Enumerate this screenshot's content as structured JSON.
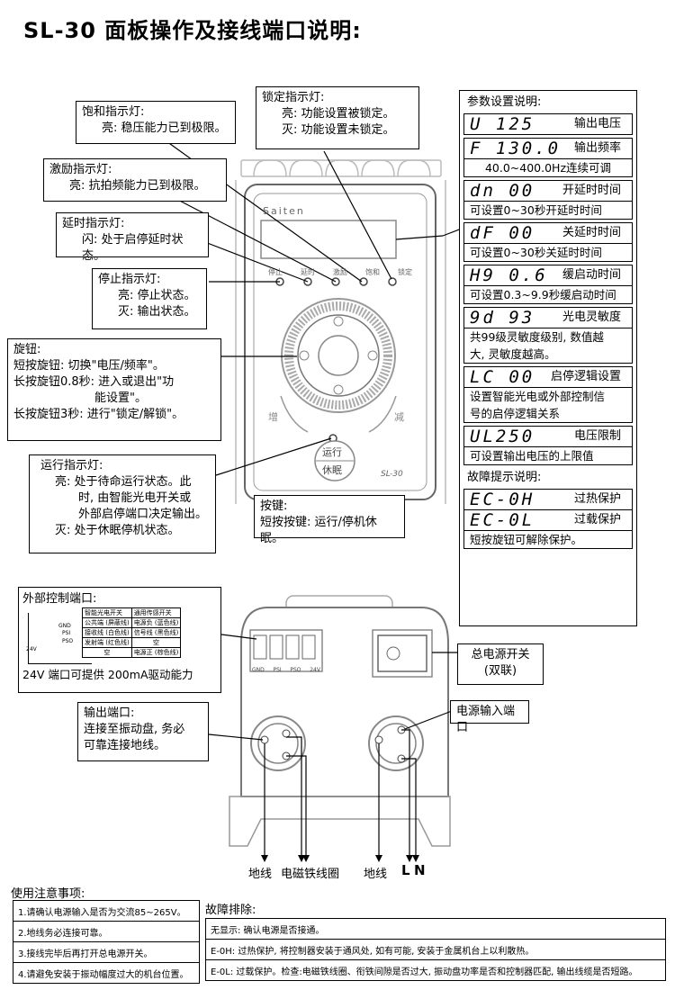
{
  "title": "SL-30 面板操作及接线端口说明:",
  "callouts": {
    "saturation": {
      "title": "饱和指示灯:",
      "l1": "亮: 稳压能力已到极限。"
    },
    "lock": {
      "title": "锁定指示灯:",
      "l1": "亮: 功能设置被锁定。",
      "l2": "灭: 功能设置未锁定。"
    },
    "excite": {
      "title": "激励指示灯:",
      "l1": "亮: 抗拍频能力已到极限。"
    },
    "delay": {
      "title": "延时指示灯:",
      "l1": "闪: 处于启停延时状态。"
    },
    "stop": {
      "title": "停止指示灯:",
      "l1": "亮: 停止状态。",
      "l2": "灭: 输出状态。"
    },
    "knob": {
      "title": "旋钮:",
      "l1": "短按旋钮: 切换\"电压/频率\"。",
      "l2": "长按旋钮0.8秒: 进入或退出\"功",
      "l3": "能设置\"。",
      "l4": "长按旋钮3秒: 进行\"锁定/解锁\"。"
    },
    "run": {
      "title": "运行指示灯:",
      "l1": "亮: 处于待命运行状态。此",
      "l2": "时, 由智能光电开关或",
      "l3": "外部启停端口决定输出。",
      "l4": "灭: 处于休眠停机状态。"
    },
    "button": {
      "title": "按键:",
      "l1": "短按按键: 运行/停机休眠。"
    }
  },
  "params": {
    "title": "参数设置说明:",
    "rows": [
      {
        "code": "U 125",
        "label": "输出电压",
        "desc": ""
      },
      {
        "code": "F 130.0",
        "label": "输出频率",
        "desc": "40.0~400.0Hz连续可调"
      },
      {
        "code": "dn 00",
        "label": "开延时时间",
        "desc": "可设置0~30秒开延时时间"
      },
      {
        "code": "dF 00",
        "label": "关延时时间",
        "desc": "可设置0~30秒关延时时间"
      },
      {
        "code": "H9 0.6",
        "label": "缓启动时间",
        "desc": "可设置0.3~9.9秒缓启动时间"
      },
      {
        "code": "9d 93",
        "label": "光电灵敏度",
        "desc1": "共99级灵敏度级别, 数值越",
        "desc2": "大, 灵敏度越高。"
      },
      {
        "code": "LC 00",
        "label": "启停逻辑设置",
        "desc1": "设置智能光电或外部控制信",
        "desc2": "号的启停逻辑关系"
      },
      {
        "code": "UL250",
        "label": "电压限制",
        "desc": "可设置输出电压的上限值"
      }
    ],
    "fault_title": "故障提示说明:",
    "faults": [
      {
        "code": "EC-0H",
        "label": "过热保护"
      },
      {
        "code": "EC-0L",
        "label": "过载保护"
      }
    ],
    "fault_note": "短按旋钮可解除保护。"
  },
  "device": {
    "brand": "Saiten",
    "model": "SL-30",
    "leds": [
      "停止",
      "延时",
      "激励",
      "饱和",
      "锁定"
    ],
    "inc": "增",
    "dec": "减",
    "btn1": "运行",
    "btn2": "休眠",
    "terms": [
      "GND",
      "PSI",
      "PSO",
      "24V"
    ]
  },
  "ext": {
    "title": "外部控制端口:",
    "h1": "智能光电开关",
    "h2": "通用传感开关",
    "r1": [
      "公共端 (屏蔽线)",
      "电源负 (蓝色线)"
    ],
    "r2": [
      "接收线 (白色线)",
      "信号线 (黑色线)"
    ],
    "r3": [
      "发射端 (红色线)",
      "空"
    ],
    "r4": [
      "空",
      "电源正 (棕色线)"
    ],
    "pins": [
      "GND",
      "PSI",
      "PSO",
      "24V"
    ],
    "note": "24V 端口可提供 200mA驱动能力"
  },
  "output": {
    "title": "输出端口:",
    "l1": "连接至振动盘, 务必",
    "l2": "可靠连接地线。"
  },
  "power_switch": {
    "l1": "总电源开关",
    "l2": "(双联)"
  },
  "power_in": "电源输入端口",
  "wires": {
    "g1": "地线",
    "coil": "电磁铁线圈",
    "g2": "地线",
    "L": "L",
    "N": "N"
  },
  "notes": {
    "title": "使用注意事项:",
    "items": [
      "1.请确认电源输入是否为交流85~265V。",
      "2.地线务必连接可靠。",
      "3.接线完毕后再打开总电源开关。",
      "4.请避免安装于振动幅度过大的机台位置。"
    ]
  },
  "trouble": {
    "title": "故障排除:",
    "items": [
      "无显示: 确认电源是否接通。",
      "E-0H: 过热保护, 将控制器安装于通风处, 如有可能, 安装于金属机台上以利散热。",
      "E-0L: 过载保护。检查:电磁铁线圈、衔铁间隙是否过大, 振动盘功率是否和控制器匹配, 输出线缆是否短路。"
    ]
  }
}
